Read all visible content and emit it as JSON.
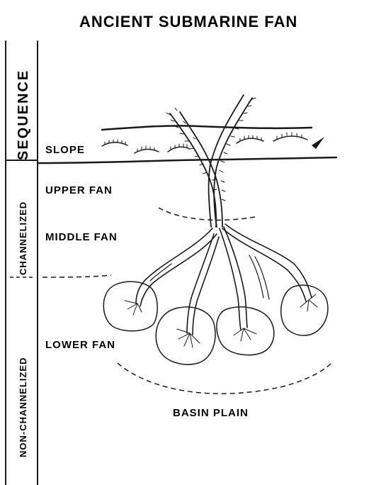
{
  "title": "ANCIENT SUBMARINE FAN",
  "sequence_label": "SEQUENCE",
  "column_labels": {
    "channelized": "CHANNELIZED",
    "non_channelized": "NON-CHANNELIZED"
  },
  "zone_labels": {
    "slope": "SLOPE",
    "upper_fan": "UPPER FAN",
    "middle_fan": "MIDDLE FAN",
    "lower_fan": "LOWER FAN",
    "basin_plain": "BASIN PLAIN"
  }
}
